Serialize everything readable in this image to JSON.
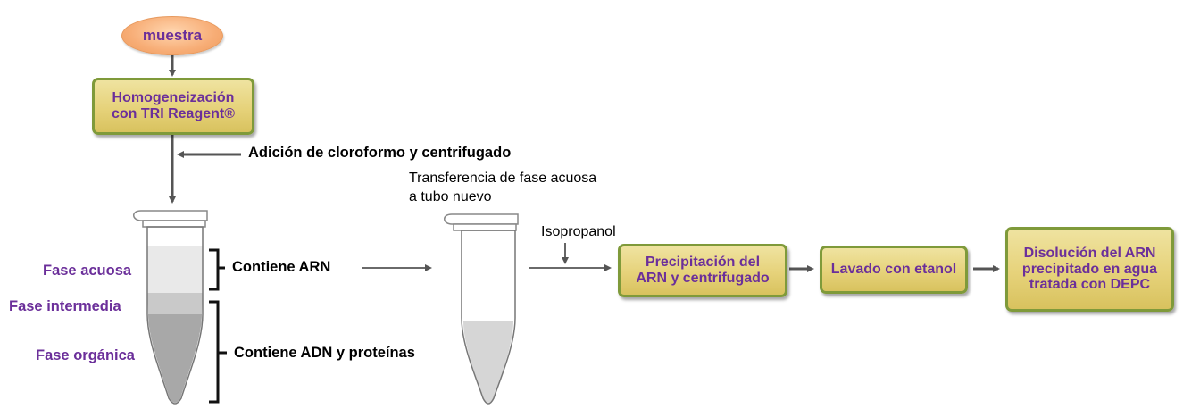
{
  "start_node": {
    "label": "muestra"
  },
  "steps": [
    {
      "label": "Homogeneización\ncon TRI Reagent®"
    },
    {
      "label": "Precipitación del\nARN  y centrifugado"
    },
    {
      "label": "Lavado con etanol"
    },
    {
      "label": "Disolución del ARN\nprecipitado en agua\ntratada con DEPC"
    }
  ],
  "annotations": {
    "chloroform": "Adición de cloroformo y centrifugado",
    "transfer_line1": "Transferencia de fase acuosa",
    "transfer_line2": "a tubo nuevo",
    "isopropanol": "Isopropanol",
    "contains_rna": "Contiene ARN",
    "contains_dna": "Contiene ADN y proteínas"
  },
  "phases": {
    "aqueous": "Fase acuosa",
    "intermediate": "Fase intermedia",
    "organic": "Fase orgánica"
  },
  "colors": {
    "box_fill": "#e6d27a",
    "box_border": "#7f9a3a",
    "label_purple": "#6b2f9a",
    "pill_fill": "#f7ad76",
    "arrow": "#555555"
  }
}
